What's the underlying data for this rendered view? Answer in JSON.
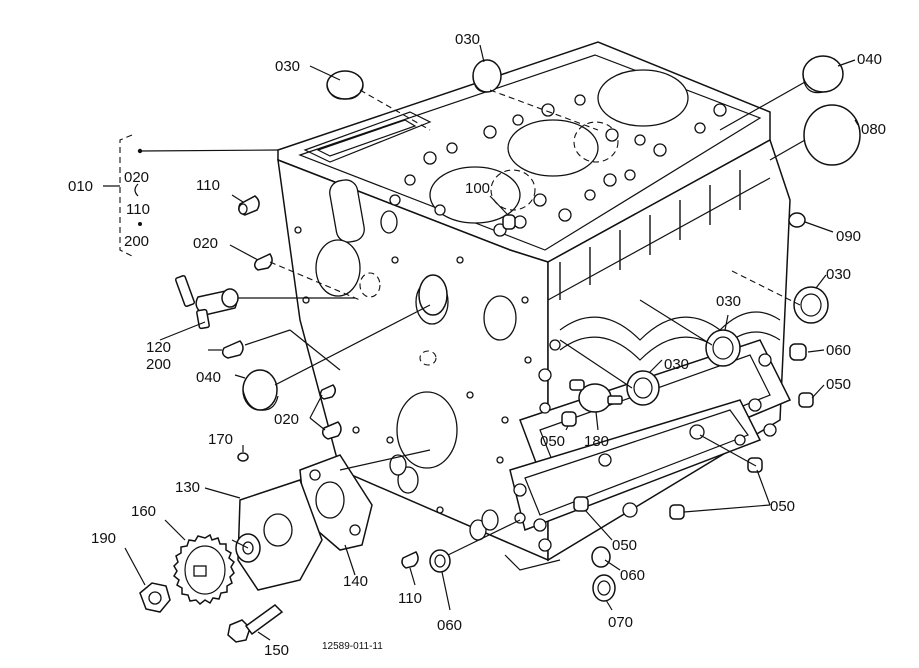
{
  "figure_code": "12589-011-11",
  "callouts": [
    {
      "id": "010",
      "text": "010"
    },
    {
      "id": "020a",
      "text": "020"
    },
    {
      "id": "020b",
      "text": "020"
    },
    {
      "id": "020c",
      "text": "020"
    },
    {
      "id": "030a",
      "text": "030"
    },
    {
      "id": "030b",
      "text": "030"
    },
    {
      "id": "030c",
      "text": "030"
    },
    {
      "id": "030d",
      "text": "030"
    },
    {
      "id": "030e",
      "text": "030"
    },
    {
      "id": "040a",
      "text": "040"
    },
    {
      "id": "040b",
      "text": "040"
    },
    {
      "id": "050a",
      "text": "050"
    },
    {
      "id": "050b",
      "text": "050"
    },
    {
      "id": "050c",
      "text": "050"
    },
    {
      "id": "050d",
      "text": "050"
    },
    {
      "id": "060a",
      "text": "060"
    },
    {
      "id": "060b",
      "text": "060"
    },
    {
      "id": "060c",
      "text": "060"
    },
    {
      "id": "070",
      "text": "070"
    },
    {
      "id": "080",
      "text": "080"
    },
    {
      "id": "090",
      "text": "090"
    },
    {
      "id": "100",
      "text": "100"
    },
    {
      "id": "110a",
      "text": "110"
    },
    {
      "id": "110b",
      "text": "110"
    },
    {
      "id": "120",
      "text": "120"
    },
    {
      "id": "130",
      "text": "130"
    },
    {
      "id": "140",
      "text": "140"
    },
    {
      "id": "150",
      "text": "150"
    },
    {
      "id": "160",
      "text": "160"
    },
    {
      "id": "170",
      "text": "170"
    },
    {
      "id": "180",
      "text": "180"
    },
    {
      "id": "190",
      "text": "190"
    },
    {
      "id": "200",
      "text": "200"
    }
  ],
  "assembly_group": {
    "label": "010",
    "members": [
      "020",
      "110",
      "200"
    ]
  }
}
